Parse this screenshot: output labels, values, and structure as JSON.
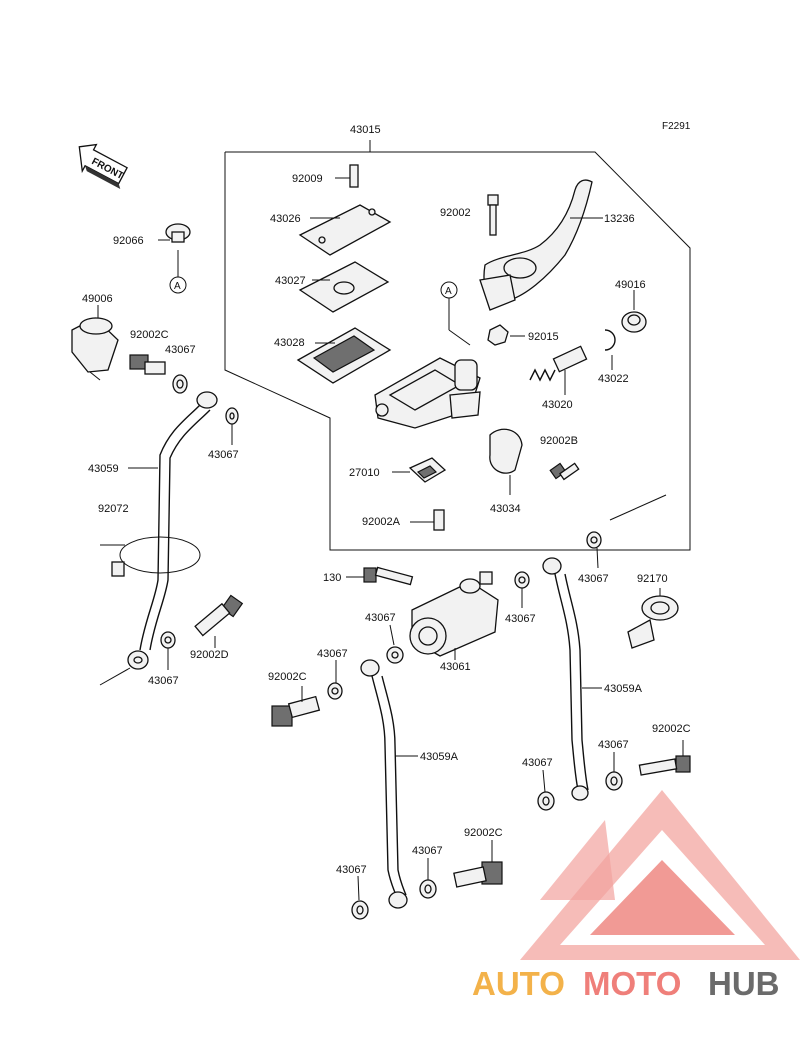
{
  "diagram": {
    "id_code": "F2291",
    "front_arrow": "FRONT",
    "ref_letter": "A",
    "watermark": {
      "part1": "AUTO",
      "part2": "MOTO",
      "part3": "HUB",
      "colors": {
        "auto": "#f3b24a",
        "moto": "#ef7f7a",
        "hub": "#6b6b6b",
        "logo": "#ee8b86"
      }
    },
    "labels": {
      "p43015": "43015",
      "p92009": "92009",
      "p43026": "43026",
      "p43027": "43027",
      "p43028": "43028",
      "p92002": "92002",
      "p13236": "13236",
      "p49016": "49016",
      "p92015": "92015",
      "p43022": "43022",
      "p43020": "43020",
      "p92002B": "92002B",
      "p27010": "27010",
      "p43034": "43034",
      "p92002A": "92002A",
      "p92066": "92066",
      "p49006": "49006",
      "p92002C_a": "92002C",
      "p43067_a": "43067",
      "p43067_b": "43067",
      "p43059": "43059",
      "p92072": "92072",
      "p92002D": "92002D",
      "p43067_c": "43067",
      "p130": "130",
      "p43067_d": "43067",
      "p43061": "43061",
      "p43067_e": "43067",
      "p43067_f": "43067",
      "p92170": "92170",
      "p43059A_a": "43059A",
      "p92002C_b": "92002C",
      "p43067_g": "43067",
      "p43059A_b": "43059A",
      "p92002C_c": "92002C",
      "p43067_h": "43067",
      "p43067_i": "43067",
      "p92002C_d": "92002C",
      "p43067_j": "43067",
      "p43067_k": "43067"
    }
  }
}
